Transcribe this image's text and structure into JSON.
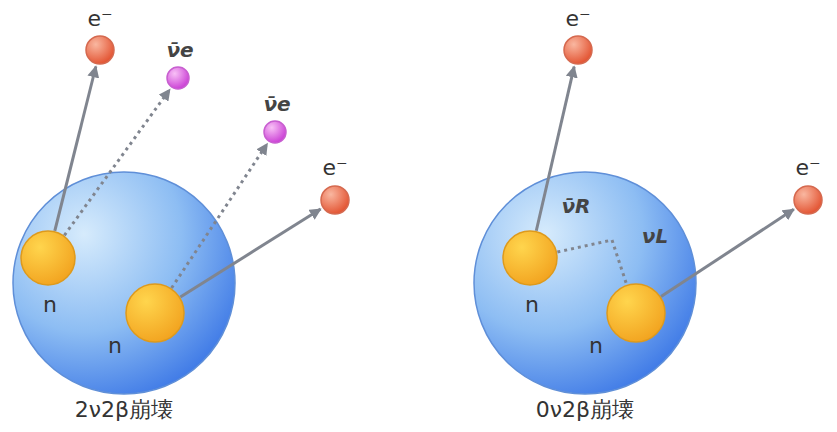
{
  "diagram": {
    "nodes": [
      {
        "text": [
          "2ν2β崩壊"
        ]
      },
      {
        "text": [
          "n"
        ],
        "in": 0
      },
      {
        "text": [
          "n"
        ],
        "in": 0
      },
      {
        "text": [
          "e⁻"
        ]
      },
      {
        "text": [
          "ν̄e"
        ]
      },
      {
        "text": [
          "ν̄e"
        ]
      },
      {
        "text": [
          "e⁻"
        ]
      },
      {
        "text": [
          "0ν2β崩壊"
        ]
      },
      {
        "text": [
          "n"
        ],
        "in": 7
      },
      {
        "text": [
          "n"
        ],
        "in": 7
      },
      {
        "text": [
          "e⁻"
        ]
      },
      {
        "text": [
          "e⁻"
        ]
      }
    ],
    "edges": [
      {
        "from": 1,
        "to": 3,
        "arrow": "to"
      },
      {
        "from": 1,
        "to": 4,
        "arrow": "to"
      },
      {
        "from": 2,
        "to": 5,
        "arrow": "to"
      },
      {
        "from": 2,
        "to": 6,
        "arrow": "to"
      },
      {
        "from": 8,
        "to": 10,
        "arrow": "to"
      },
      {
        "from": 9,
        "to": 11,
        "arrow": "to"
      },
      {
        "from": 8,
        "to": 9,
        "arrow": "none"
      }
    ],
    "labels": [
      "ν̄R",
      "νL"
    ]
  }
}
